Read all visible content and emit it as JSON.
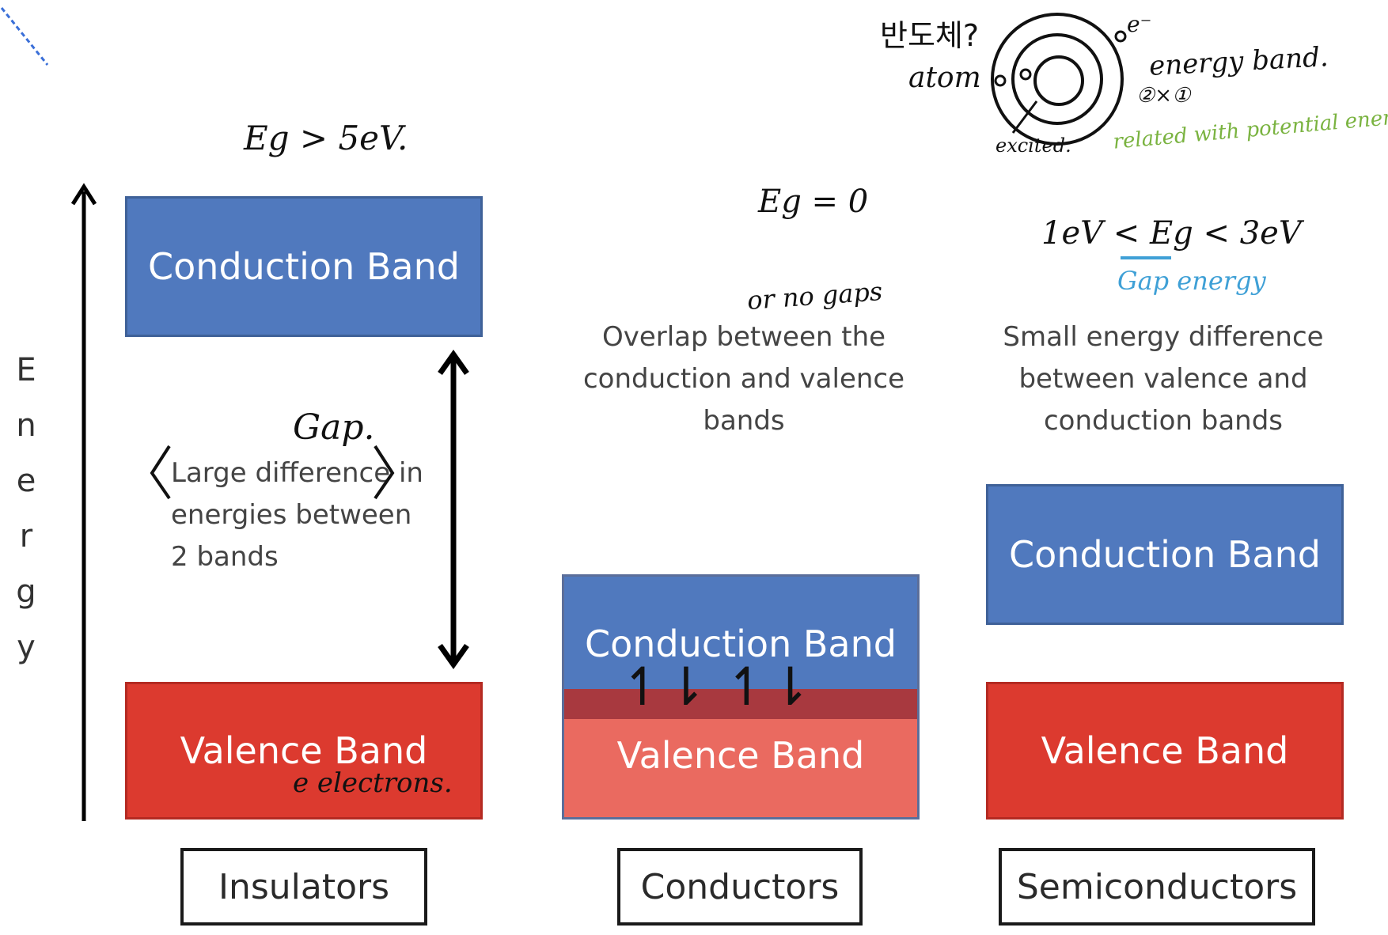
{
  "axis": {
    "label": "Energy",
    "letters": [
      "E",
      "n",
      "e",
      "r",
      "g",
      "y"
    ]
  },
  "insulator": {
    "conduction_label": "Conduction Band",
    "valence_label": "Valence Band",
    "description_lines": [
      "Large difference in",
      "energies between",
      "2 bands"
    ],
    "category_label": "Insulators"
  },
  "conductor": {
    "conduction_label": "Conduction Band",
    "valence_label": "Valence Band",
    "description_lines": [
      "Overlap between the",
      "conduction and valence",
      "bands"
    ],
    "category_label": "Conductors"
  },
  "semiconductor": {
    "conduction_label": "Conduction Band",
    "valence_label": "Valence Band",
    "description_lines": [
      "Small energy difference",
      "between valence and",
      "conduction bands"
    ],
    "category_label": "Semiconductors"
  },
  "handwritten": {
    "eg_insulator": "Eg > 5eV.",
    "gap": "Gap.",
    "electrons": "e electrons.",
    "eg_conductor": "Eg = 0",
    "or_no_gaps": "or no gaps",
    "spins": "↿⇂ ↿⇂",
    "eg_semiconductor": "1eV < Eg < 3eV",
    "gap_energy": "Gap energy",
    "korean_note": "반도체?",
    "atom": "atom",
    "energy_band": "energy band.",
    "electron": "e⁻",
    "circle_note": "②×①",
    "excited": "excited.",
    "potential_note": "related with potential energy"
  },
  "colors": {
    "conduction": "#5079be",
    "valence": "#dc3a2f",
    "valence_overlap": "#ea6a60",
    "overlap_stripe": "#a8393f",
    "green_ink": "#7ab340",
    "blue_ink": "#3fa0d6"
  }
}
